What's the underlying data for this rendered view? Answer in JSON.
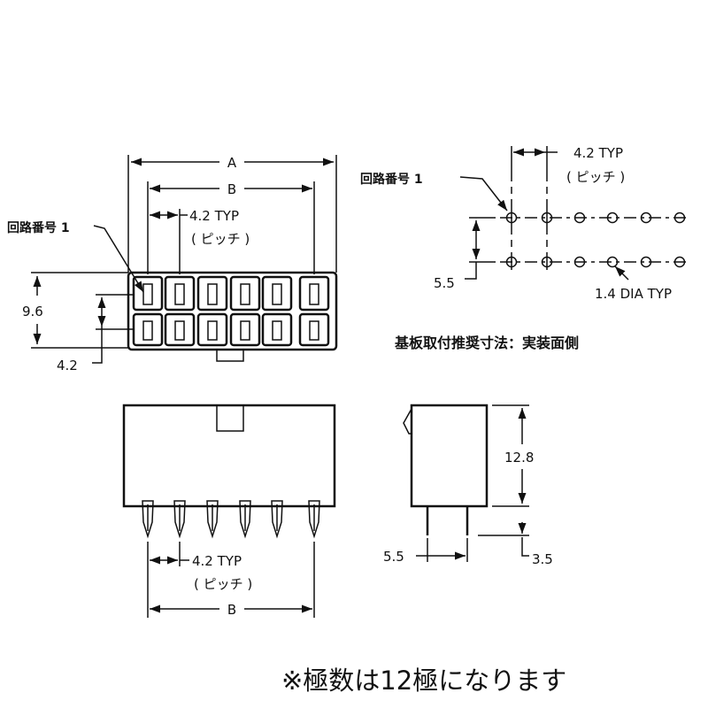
{
  "front_view": {
    "dim_a": "A",
    "dim_b": "B",
    "pitch": "4.2 TYP",
    "pitch_note": "( ピッチ )",
    "circuit_label": "回路番号 1",
    "height": "9.6",
    "row_pitch": "4.2"
  },
  "pcb_layout": {
    "pitch": "4.2 TYP",
    "pitch_note": "( ピッチ )",
    "circuit_label": "回路番号 1",
    "row_spacing": "5.5",
    "hole_dia": "1.4 DIA TYP",
    "caption": "基板取付推奨寸法：実装面側"
  },
  "side_view": {
    "pitch": "4.2 TYP",
    "pitch_note": "( ピッチ )",
    "dim_b": "B"
  },
  "end_view": {
    "height": "12.8",
    "pin_spacing": "5.5",
    "pin_length": "3.5"
  },
  "footer_note": "※極数は12極になります"
}
